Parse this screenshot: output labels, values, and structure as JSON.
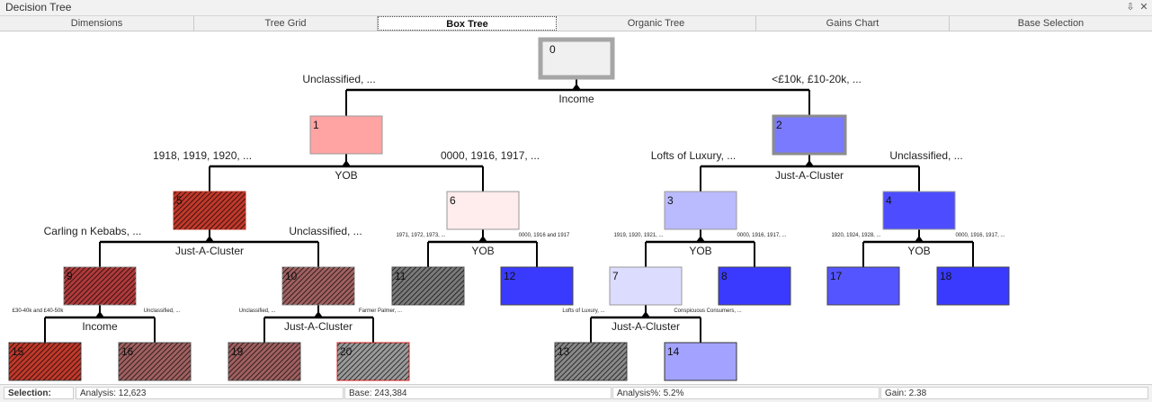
{
  "window": {
    "title": "Decision Tree"
  },
  "tabs": [
    {
      "label": "Dimensions"
    },
    {
      "label": "Tree Grid"
    },
    {
      "label": "Box Tree"
    },
    {
      "label": "Organic Tree"
    },
    {
      "label": "Gains Chart"
    },
    {
      "label": "Base Selection"
    }
  ],
  "active_tab": "Box Tree",
  "tree": {
    "nodes": [
      {
        "id": "0",
        "fill": "#f0f0f0",
        "border": "#a6a6a6",
        "pattern": false
      },
      {
        "id": "1",
        "fill": "#ffa3a3",
        "border": "#999999",
        "pattern": false
      },
      {
        "id": "2",
        "fill": "#7a7aff",
        "border": "#8c8c8c",
        "pattern": false
      },
      {
        "id": "3",
        "fill": "#babaff",
        "border": "#999999",
        "pattern": false
      },
      {
        "id": "4",
        "fill": "#4d4dff",
        "border": "#999999",
        "pattern": false
      },
      {
        "id": "5",
        "fill": "#c0392b",
        "border": "#c0392b",
        "pattern": true
      },
      {
        "id": "6",
        "fill": "#ffecec",
        "border": "#999999",
        "pattern": false
      },
      {
        "id": "7",
        "fill": "#dcdcff",
        "border": "#999999",
        "pattern": false
      },
      {
        "id": "8",
        "fill": "#3a3aff",
        "border": "#444444",
        "pattern": false
      },
      {
        "id": "9",
        "fill": "#b03a3a",
        "border": "#888888",
        "pattern": true
      },
      {
        "id": "10",
        "fill": "#a06060",
        "border": "#888888",
        "pattern": true
      },
      {
        "id": "11",
        "fill": "#7a7a7a",
        "border": "#555555",
        "pattern": true
      },
      {
        "id": "12",
        "fill": "#3a3aff",
        "border": "#444444",
        "pattern": false
      },
      {
        "id": "13",
        "fill": "#8a8a8a",
        "border": "#444444",
        "pattern": true
      },
      {
        "id": "14",
        "fill": "#a3a3ff",
        "border": "#333333",
        "pattern": false
      },
      {
        "id": "15",
        "fill": "#c0392b",
        "border": "#444444",
        "pattern": true
      },
      {
        "id": "16",
        "fill": "#a06060",
        "border": "#555555",
        "pattern": true
      },
      {
        "id": "17",
        "fill": "#5555ff",
        "border": "#444444",
        "pattern": false
      },
      {
        "id": "18",
        "fill": "#3a3aff",
        "border": "#444444",
        "pattern": false
      },
      {
        "id": "19",
        "fill": "#a06060",
        "border": "#555555",
        "pattern": true
      },
      {
        "id": "20",
        "fill": "#9a9a9a",
        "border": "#e02020",
        "pattern": true
      }
    ],
    "splits": [
      {
        "parent": "0",
        "variable": "Income",
        "left_label": "Unclassified, ...",
        "right_label": "<£10k, £10-20k, ...",
        "left": "1",
        "right": "2"
      },
      {
        "parent": "1",
        "variable": "YOB",
        "left_label": "1918, 1919, 1920, ...",
        "right_label": "0000, 1916, 1917, ...",
        "left": "5",
        "right": "6"
      },
      {
        "parent": "2",
        "variable": "Just-A-Cluster",
        "left_label": "Lofts of Luxury, ...",
        "right_label": "Unclassified, ...",
        "left": "3",
        "right": "4"
      },
      {
        "parent": "5",
        "variable": "Just-A-Cluster",
        "left_label": "Carling n Kebabs, ...",
        "right_label": "Unclassified, ...",
        "left": "9",
        "right": "10"
      },
      {
        "parent": "6",
        "variable": "YOB",
        "left_label": "1971, 1972, 1973, ...",
        "right_label": "0000, 1916 and 1917",
        "left": "11",
        "right": "12"
      },
      {
        "parent": "3",
        "variable": "YOB",
        "left_label": "1919, 1920, 1921, ...",
        "right_label": "0000, 1916, 1917, ...",
        "left": "7",
        "right": "8"
      },
      {
        "parent": "4",
        "variable": "YOB",
        "left_label": "1920, 1924, 1928, ...",
        "right_label": "0000, 1916, 1917, ...",
        "left": "17",
        "right": "18"
      },
      {
        "parent": "9",
        "variable": "Income",
        "left_label": "£30-40k and £40-50k",
        "right_label": "Unclassified, ...",
        "left": "15",
        "right": "16"
      },
      {
        "parent": "10",
        "variable": "Just-A-Cluster",
        "left_label": "Unclassified, ...",
        "right_label": "Farmer Palmer, ...",
        "left": "19",
        "right": "20"
      },
      {
        "parent": "7",
        "variable": "Just-A-Cluster",
        "left_label": "Lofts of Luxury, ...",
        "right_label": "Conspicuous Consumers, ...",
        "left": "13",
        "right": "14"
      }
    ]
  },
  "status": {
    "selection_label": "Selection:",
    "analysis": "Analysis: 12,623",
    "base": "Base: 243,384",
    "analysis_pct": "Analysis%: 5.2%",
    "gain": "Gain: 2.38"
  }
}
